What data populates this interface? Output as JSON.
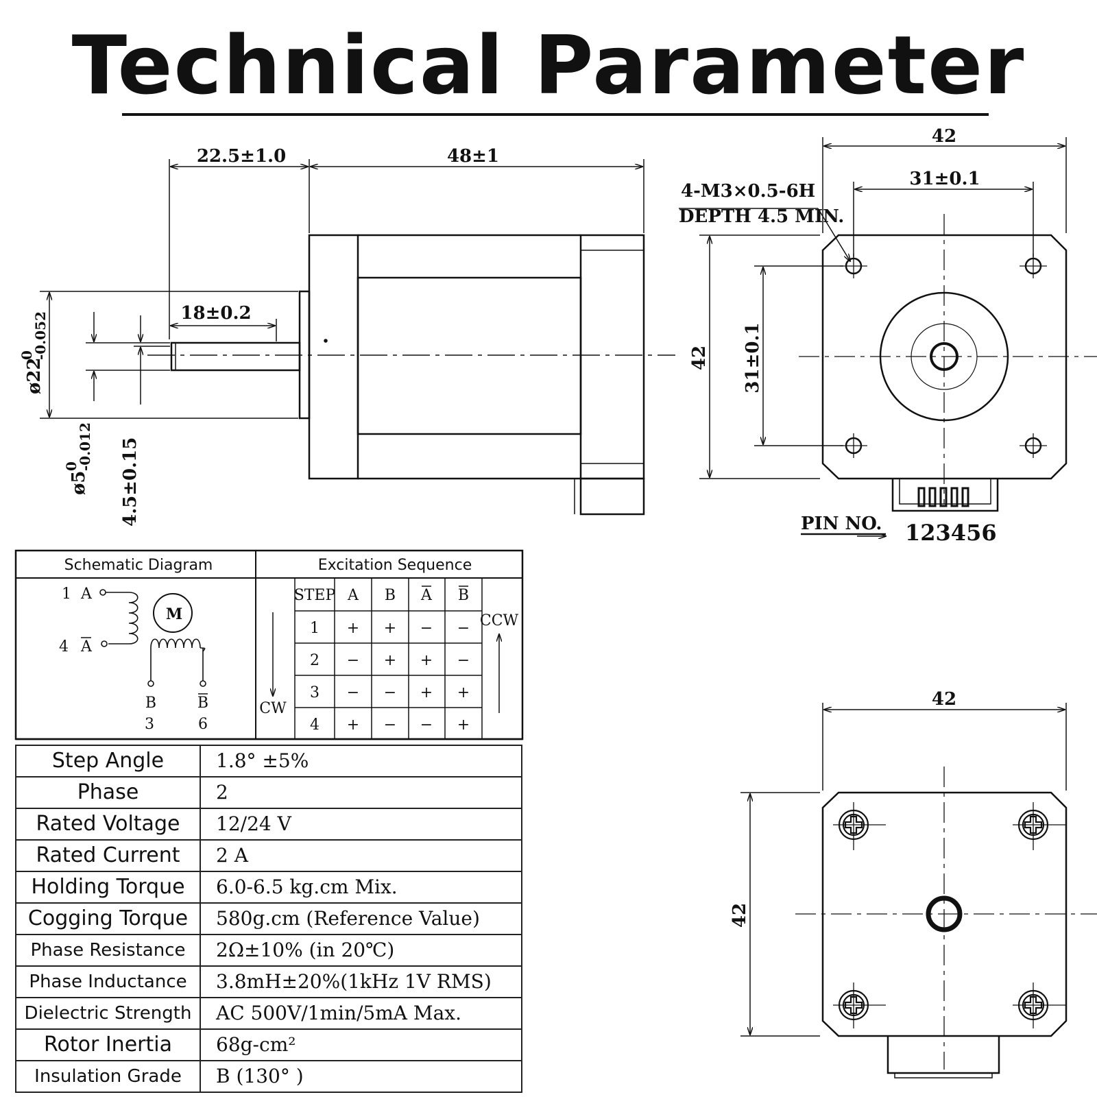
{
  "title": "Technical Parameter",
  "drawing": {
    "dims": {
      "d_22_5": "22.5±1.0",
      "d_48": "48±1",
      "d_18": "18±0.2",
      "d_22_dia": "ø22",
      "d_22_dia_upper": "0",
      "d_22_dia_lower": "-0.052",
      "d_5_dia": "ø5",
      "d_5_dia_upper": "0",
      "d_5_dia_lower": "-0.012",
      "d_4_5": "4.5±0.15",
      "front_width": "42",
      "hole_spacing_h": "31±0.1",
      "hole_spacing_v": "31±0.1",
      "front_height": "42",
      "thread_line1": "4-M3×0.5-6H",
      "thread_line2": "DEPTH 4.5 MIN.",
      "pin_label": "PIN NO.",
      "pin_numbers": "123456",
      "back_width": "42",
      "back_height": "42"
    }
  },
  "schematic": {
    "header_left": "Schematic Diagram",
    "header_right": "Excitation Sequence",
    "motor_label": "M",
    "pins": {
      "a_num": "1",
      "a_name": "A",
      "abar_num": "4",
      "abar_name": "A",
      "b_num": "3",
      "b_name": "B",
      "bbar_num": "6",
      "bbar_name": "B"
    },
    "cw_label": "CW",
    "ccw_label": "CCW",
    "sequence": {
      "headers": [
        "STEP",
        "A",
        "B",
        "A",
        "B"
      ],
      "overlined": [
        false,
        false,
        false,
        true,
        true
      ],
      "rows": [
        [
          "1",
          "+",
          "+",
          "−",
          "−"
        ],
        [
          "2",
          "−",
          "+",
          "+",
          "−"
        ],
        [
          "3",
          "−",
          "−",
          "+",
          "+"
        ],
        [
          "4",
          "+",
          "−",
          "−",
          "+"
        ]
      ]
    }
  },
  "parameters": [
    {
      "label": "Step Angle",
      "value": "1.8° ±5%"
    },
    {
      "label": "Phase",
      "value": "2"
    },
    {
      "label": "Rated Voltage",
      "value": "12/24 V"
    },
    {
      "label": "Rated Current",
      "value": "2 A"
    },
    {
      "label": "Holding Torque",
      "value": "6.0-6.5 kg.cm    Mix."
    },
    {
      "label": "Cogging Torque",
      "value": "580g.cm (Reference Value)"
    },
    {
      "label": "Phase Resistance",
      "value": "2Ω±10% (in 20℃)"
    },
    {
      "label": "Phase Inductance",
      "value": "3.8mH±20%(1kHz 1V RMS)"
    },
    {
      "label": "Dielectric Strength",
      "value": "AC  500V/1min/5mA   Max."
    },
    {
      "label": "Rotor Inertia",
      "value": "68g-cm²"
    },
    {
      "label": "Insulation Grade",
      "value": "B (130° )"
    }
  ]
}
